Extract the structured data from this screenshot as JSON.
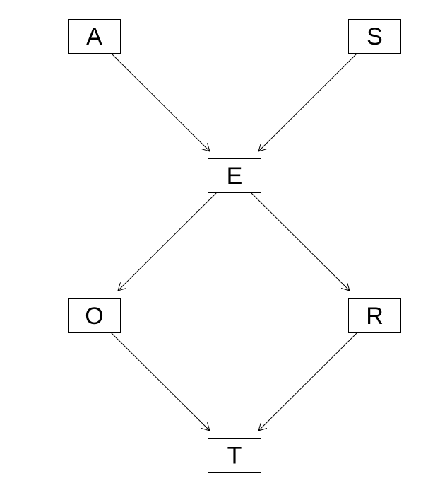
{
  "diagram": {
    "nodes": [
      {
        "id": "A",
        "label": "A"
      },
      {
        "id": "S",
        "label": "S"
      },
      {
        "id": "E",
        "label": "E"
      },
      {
        "id": "O",
        "label": "O"
      },
      {
        "id": "R",
        "label": "R"
      },
      {
        "id": "T",
        "label": "T"
      }
    ],
    "edges": [
      {
        "from": "A",
        "to": "E"
      },
      {
        "from": "S",
        "to": "E"
      },
      {
        "from": "E",
        "to": "O"
      },
      {
        "from": "E",
        "to": "R"
      },
      {
        "from": "O",
        "to": "T"
      },
      {
        "from": "R",
        "to": "T"
      }
    ],
    "colors": {
      "stroke": "#000000",
      "background": "#ffffff"
    }
  }
}
